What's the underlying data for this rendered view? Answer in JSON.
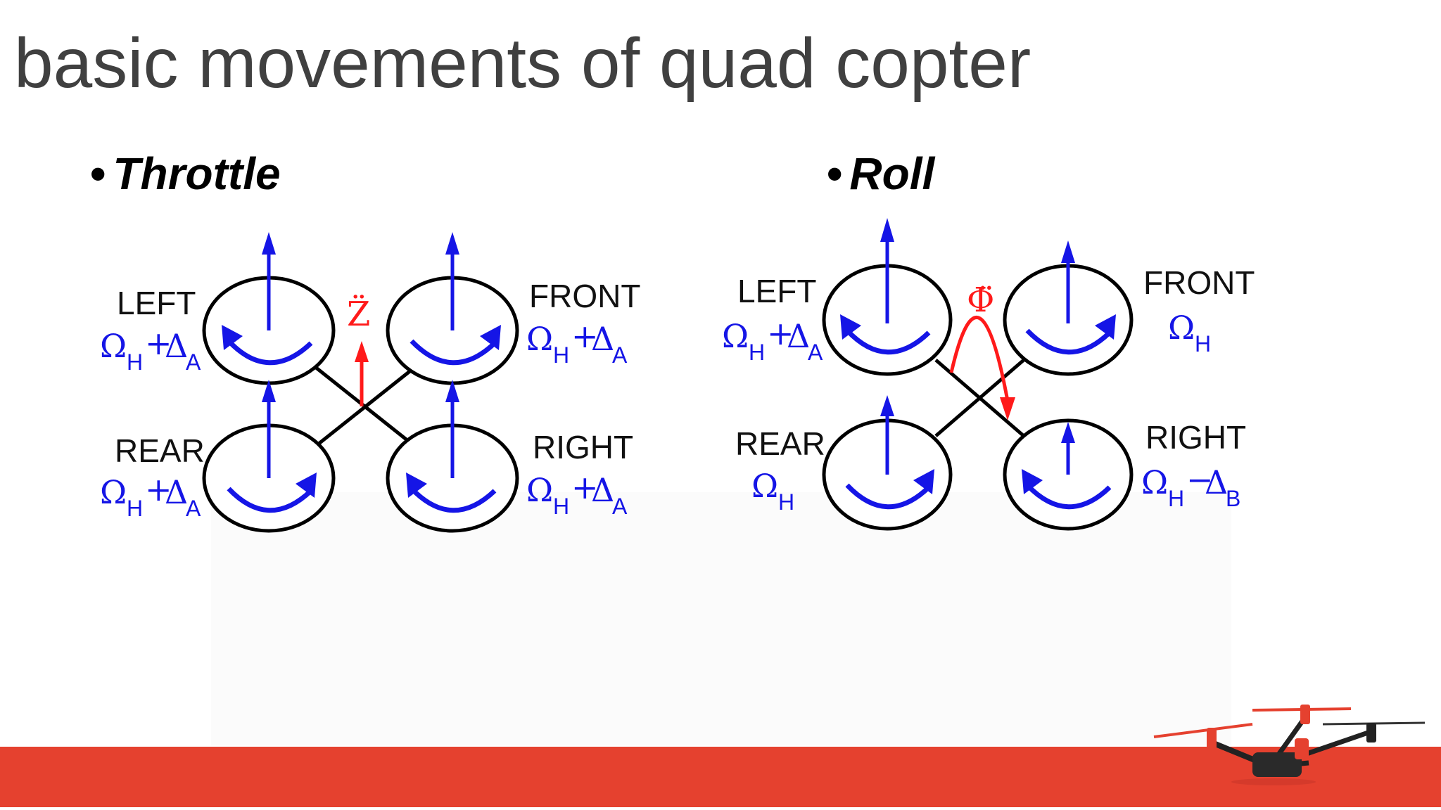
{
  "slide": {
    "title": "basic movements of quad copter",
    "colors": {
      "footer": "#e5412f",
      "blue": "#1515e6",
      "red": "#ff1a1a",
      "title": "#404040"
    }
  },
  "throttle": {
    "heading": "Throttle",
    "bullet": "•",
    "labels": {
      "left": "LEFT",
      "front": "FRONT",
      "rear": "REAR",
      "right": "RIGHT"
    },
    "formula_left": {
      "omega": "Ω",
      "h": "H",
      "op": "+",
      "delta": "Δ",
      "sub": "A"
    },
    "formula_front": {
      "omega": "Ω",
      "h": "H",
      "op": "+",
      "delta": "Δ",
      "sub": "A"
    },
    "formula_rear": {
      "omega": "Ω",
      "h": "H",
      "op": "+",
      "delta": "Δ",
      "sub": "A"
    },
    "formula_right": {
      "omega": "Ω",
      "h": "H",
      "op": "+",
      "delta": "Δ",
      "sub": "A"
    },
    "accel_symbol": "Z̈"
  },
  "roll": {
    "heading": "Roll",
    "bullet": "•",
    "labels": {
      "left": "LEFT",
      "front": "FRONT",
      "rear": "REAR",
      "right": "RIGHT"
    },
    "formula_left": {
      "omega": "Ω",
      "h": "H",
      "op": "+",
      "delta": "Δ",
      "sub": "A"
    },
    "formula_front": {
      "omega": "Ω",
      "h": "H"
    },
    "formula_rear": {
      "omega": "Ω",
      "h": "H"
    },
    "formula_right": {
      "omega": "Ω",
      "h": "H",
      "op": "−",
      "delta": "Δ",
      "sub": "B"
    },
    "accel_symbol": "Φ̈"
  }
}
